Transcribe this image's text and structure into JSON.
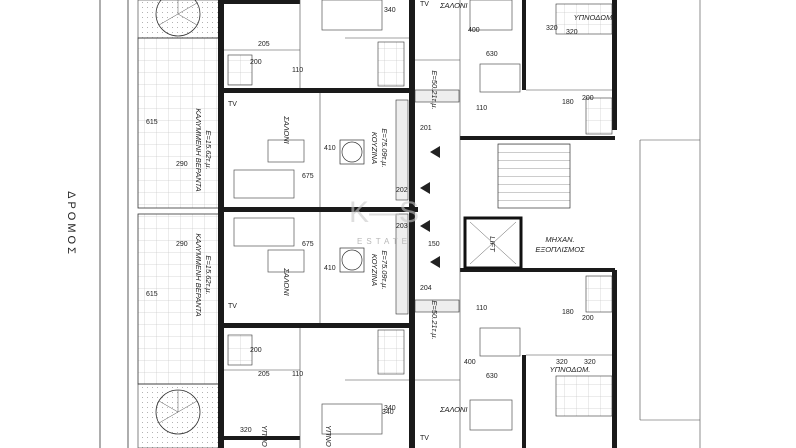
{
  "street_label": "ΔΡΟΜΟΣ",
  "watermark": {
    "brand": "K—S",
    "sub": "ESTATE"
  },
  "verandas": [
    {
      "name": "ΚΑΛΥΜΜΕΝΗ ΒΕΡΑΝΤΑ",
      "area": "E=15.62τ.μ.",
      "dims": [
        "615",
        "290"
      ]
    },
    {
      "name": "ΚΑΛΥΜΜΕΝΗ ΒΕΡΑΝΤΑ",
      "area": "E=15.62τ.μ.",
      "dims": [
        "290",
        "615"
      ]
    }
  ],
  "apt_left": [
    {
      "living": "ΣΑΛΟΝΙ",
      "kitchen": "ΚΟΥΖΙΝΑ",
      "area": "E=75.09τ.μ.",
      "tv": "TV",
      "dims": [
        "410",
        "675",
        "110",
        "205",
        "200",
        "340",
        "201",
        "202"
      ]
    },
    {
      "living": "ΣΑΛΟΝΙ",
      "kitchen": "ΚΟΥΖΙΝΑ",
      "area": "E=75.09τ.μ.",
      "tv": "TV",
      "dims": [
        "675",
        "410",
        "110",
        "200",
        "205",
        "340",
        "203",
        "204"
      ]
    }
  ],
  "apt_right": [
    {
      "living": "ΣΑΛΟΝΙ",
      "bedroom": "ΥΠΝΟΔΩΜ.",
      "area": "E=50.21τ.μ.",
      "tv": "TV",
      "dims": [
        "400",
        "630",
        "320",
        "320",
        "110",
        "180",
        "200"
      ]
    },
    {
      "living": "ΣΑΛΟΝΙ",
      "bedroom": "ΥΠΝΟΔΩΜ.",
      "area": "E=50.21τ.μ.",
      "tv": "TV",
      "dims": [
        "400",
        "630",
        "320",
        "320",
        "110",
        "180",
        "200"
      ]
    }
  ],
  "lift": "LIFT",
  "mech": {
    "line1": "ΜΗΧΑΝ.",
    "line2": "ΕΞΟΠΛΙΣΜΟΣ"
  },
  "corridor_dim": "150",
  "bottom_rooms": [
    "ΥΠΝΟ",
    "ΥΠΝΟ"
  ],
  "bottom_dims": [
    "320",
    "340"
  ]
}
